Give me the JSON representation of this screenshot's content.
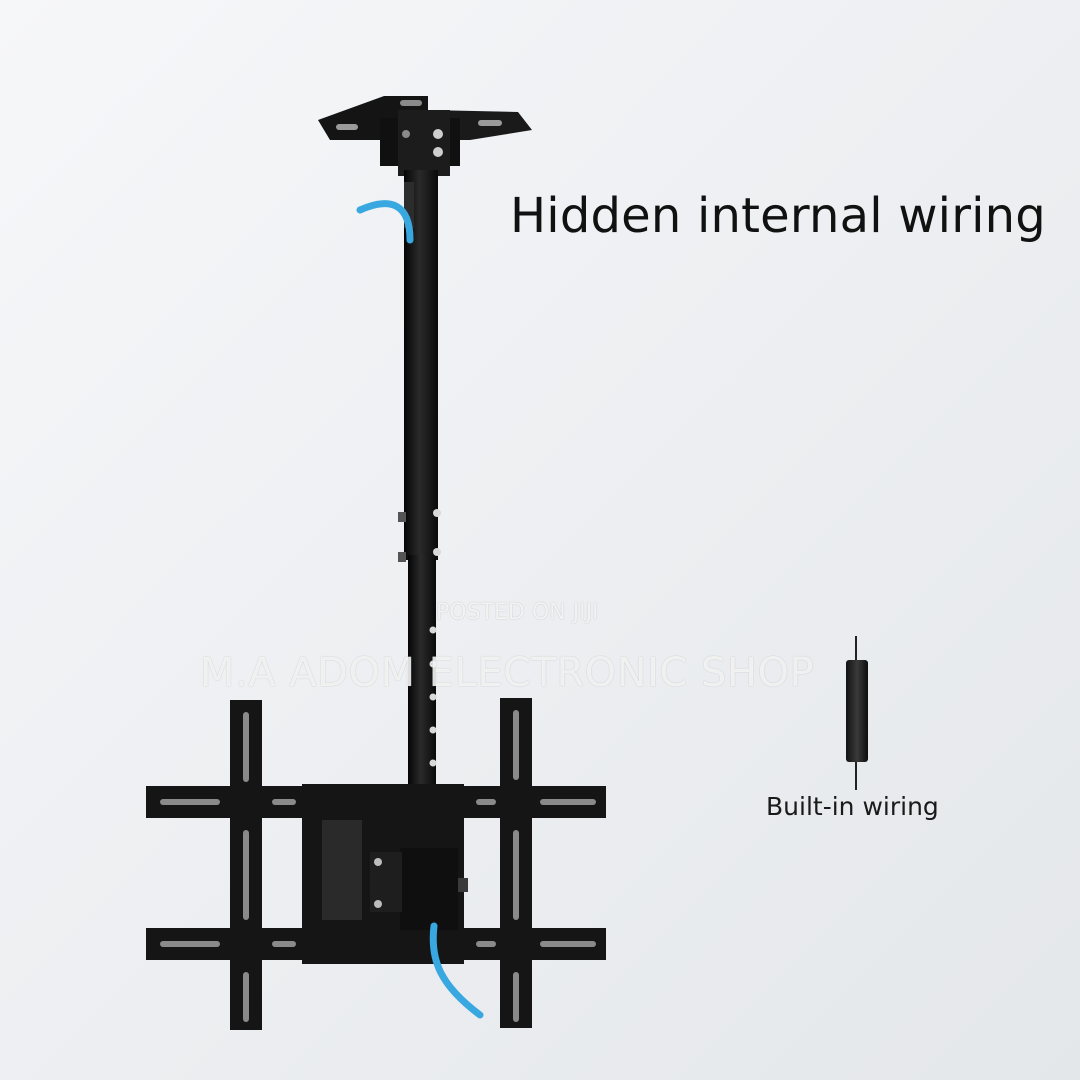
{
  "image": {
    "headline": "Hidden internal wiring",
    "callout_label": "Built-in wiring",
    "watermark_top": "POSTED ON JIJI",
    "watermark_main": "M.A ADOM ELECTRONIC SHOP"
  },
  "colors": {
    "background": "#eceef1",
    "bracket": "#161616",
    "cable": "#3aa8e0",
    "text": "#111111"
  },
  "icons": {
    "product": "ceiling-tv-mount",
    "callout": "wiring-sleeve-icon"
  }
}
